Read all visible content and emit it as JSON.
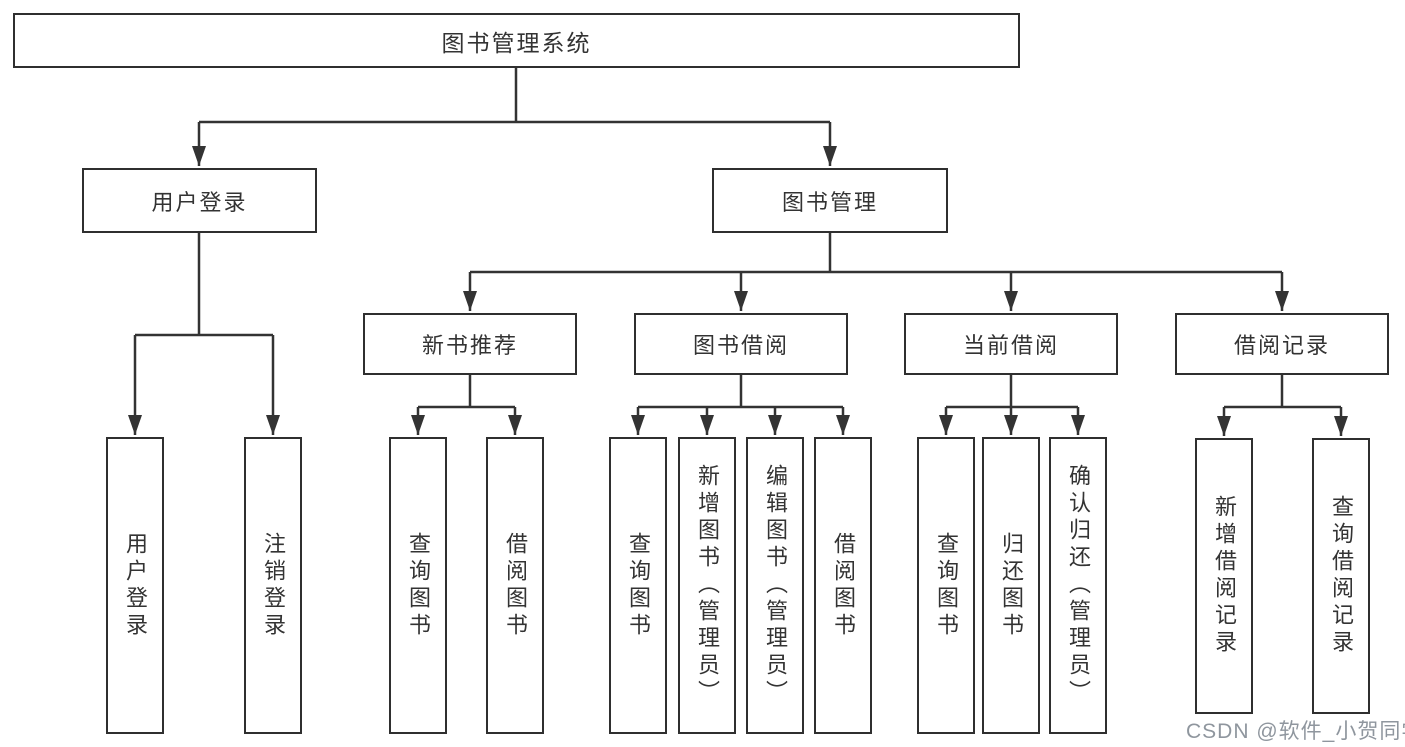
{
  "diagram": {
    "title": "图书管理系统",
    "root": {
      "label": "图书管理系统"
    },
    "branches": [
      {
        "label": "用户登录",
        "children": [
          {
            "label": "用户登录"
          },
          {
            "label": "注销登录"
          }
        ]
      },
      {
        "label": "图书管理",
        "children": [
          {
            "label": "新书推荐",
            "children": [
              {
                "label": "查询图书"
              },
              {
                "label": "借阅图书"
              }
            ]
          },
          {
            "label": "图书借阅",
            "children": [
              {
                "label": "查询图书"
              },
              {
                "label": "新增图书（管理员）"
              },
              {
                "label": "编辑图书（管理员）"
              },
              {
                "label": "借阅图书"
              }
            ]
          },
          {
            "label": "当前借阅",
            "children": [
              {
                "label": "查询图书"
              },
              {
                "label": "归还图书"
              },
              {
                "label": "确认归还（管理员）"
              }
            ]
          },
          {
            "label": "借阅记录",
            "children": [
              {
                "label": "新增借阅记录"
              },
              {
                "label": "查询借阅记录"
              }
            ]
          }
        ]
      }
    ],
    "line_color": "#333333",
    "box_border_color": "#2f2f2f",
    "background_color": "#ffffff"
  },
  "watermark": {
    "text": "CSDN @软件_小贺同学",
    "color": "#8f969e"
  }
}
